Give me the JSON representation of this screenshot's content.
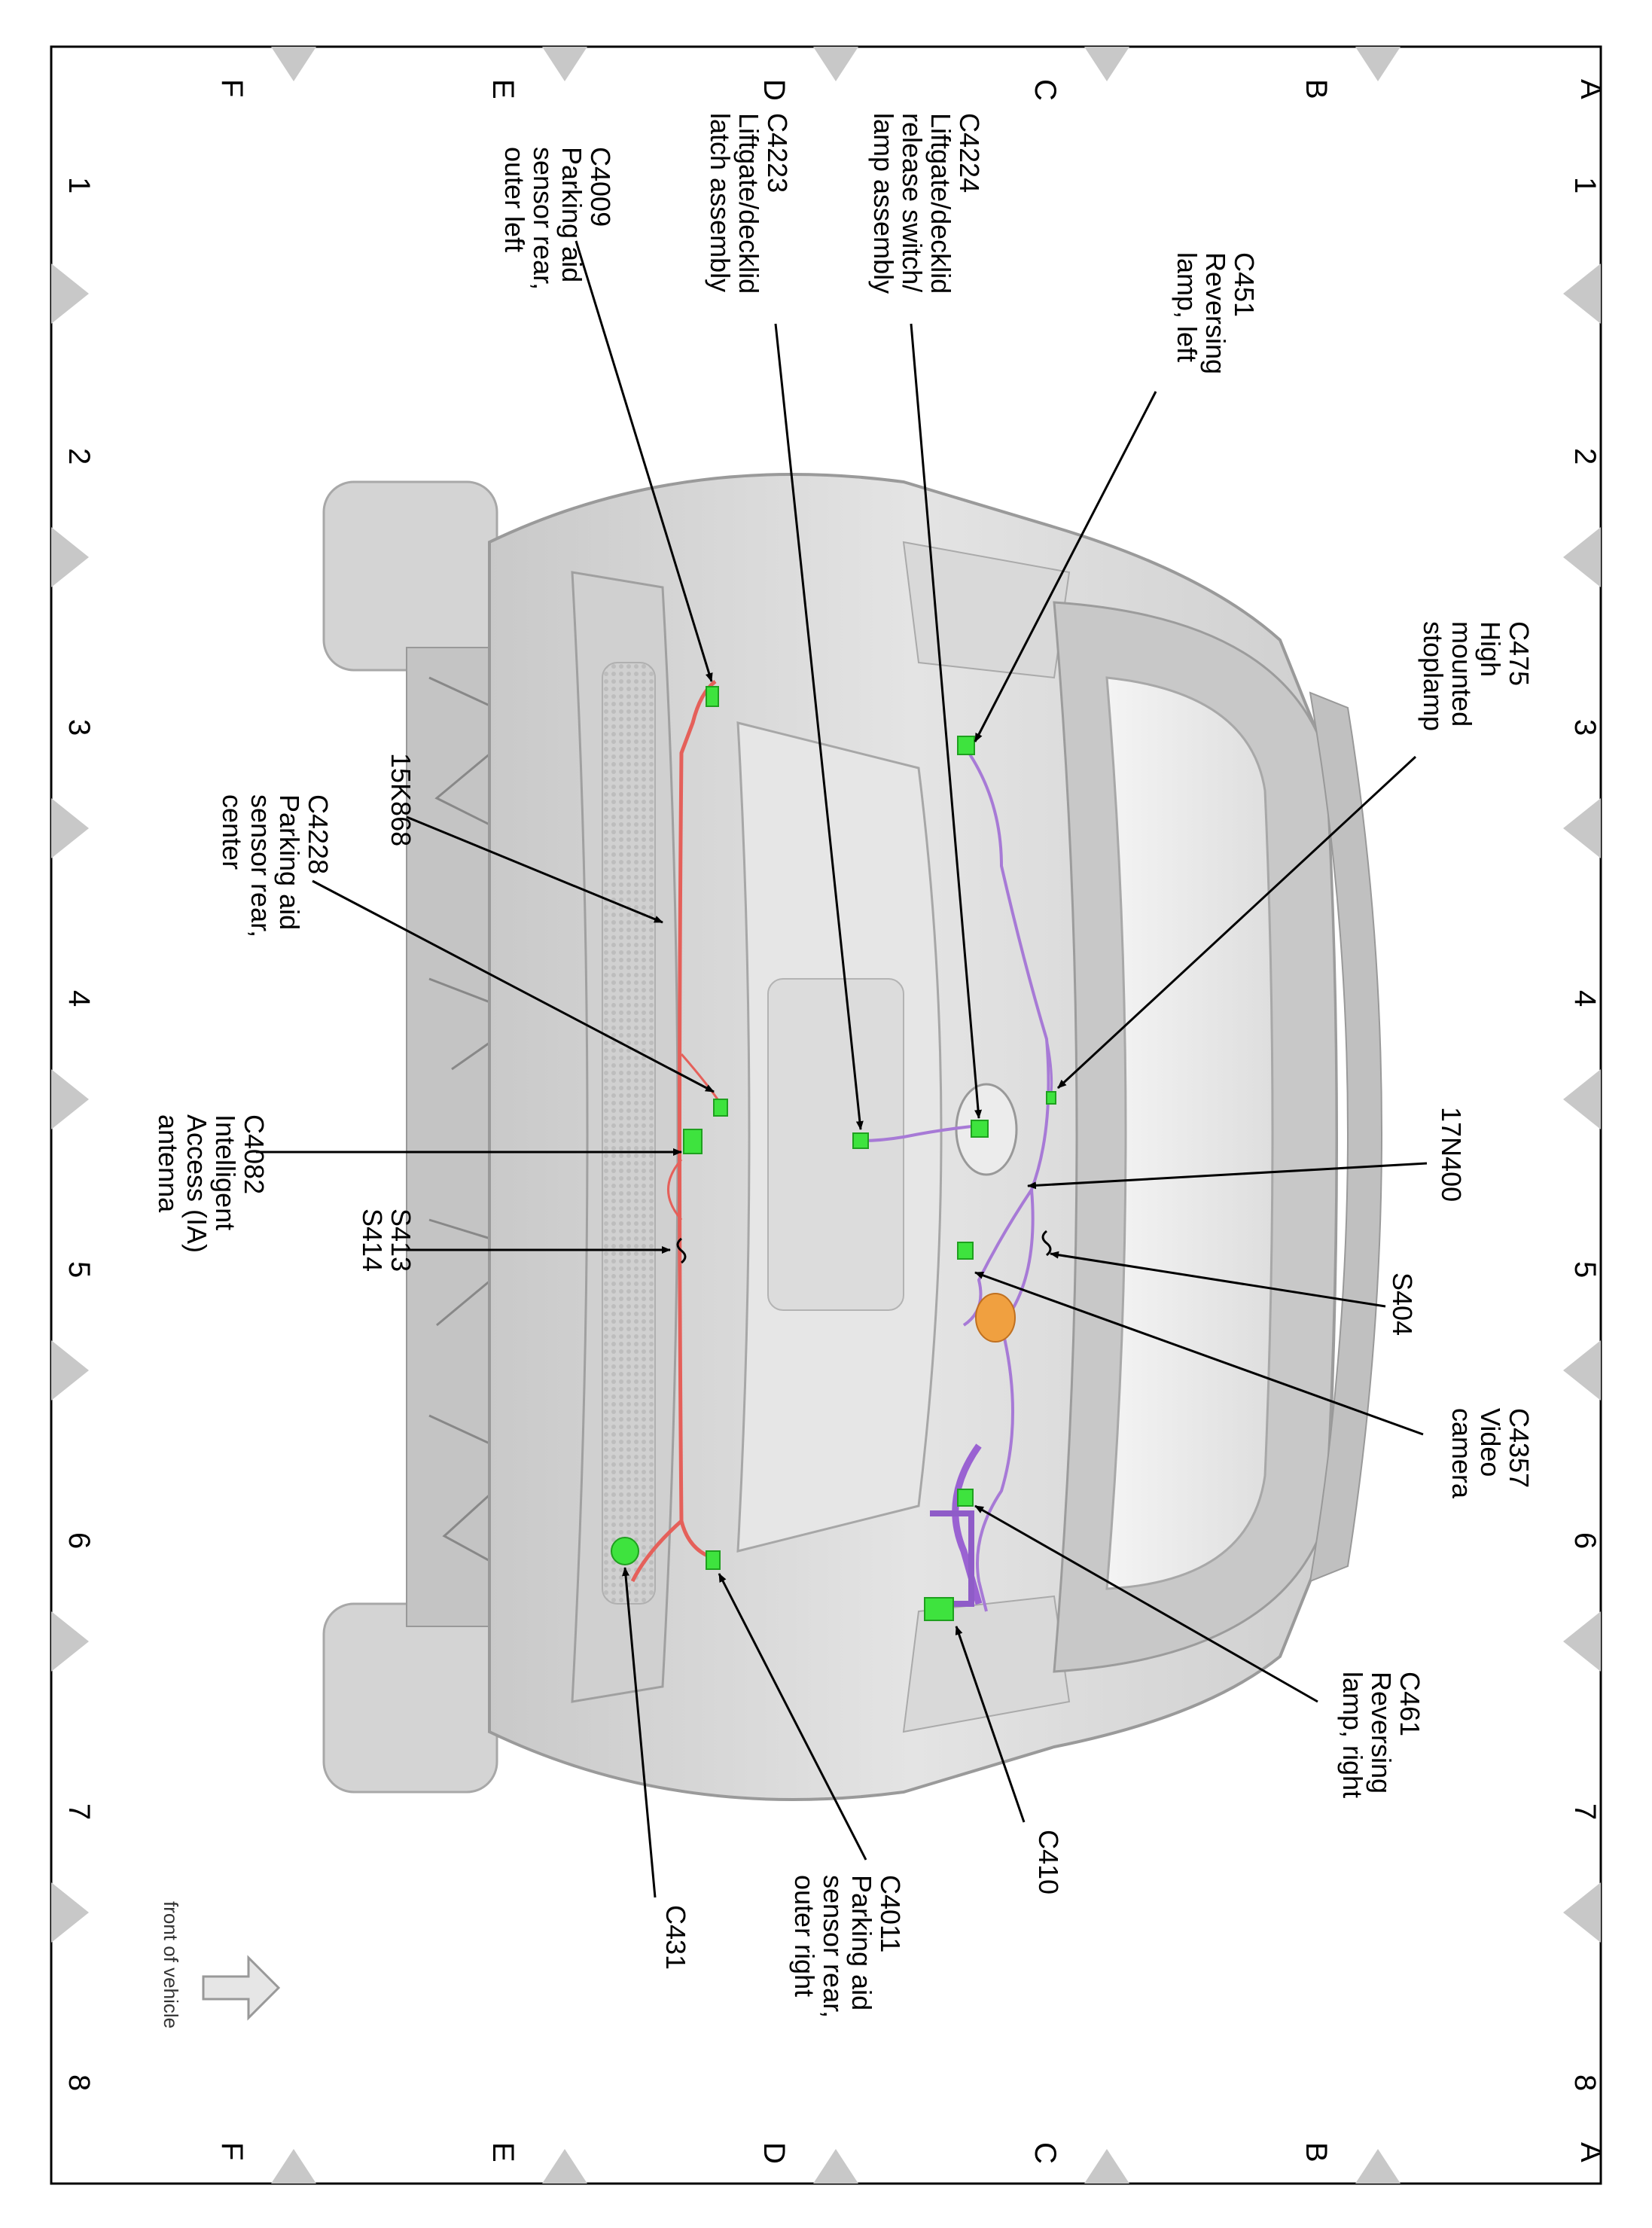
{
  "grid": {
    "letters": [
      "A",
      "B",
      "C",
      "D",
      "E",
      "F"
    ],
    "numbers": [
      "1",
      "2",
      "3",
      "4",
      "5",
      "6",
      "7",
      "8"
    ]
  },
  "labels": {
    "c451": [
      "C451",
      "Reversing",
      "lamp, left"
    ],
    "c475": [
      "C475",
      "High",
      "mounted",
      "stoplamp"
    ],
    "c4224": [
      "C4224",
      "Liftgate/decklid",
      "release switch/",
      "lamp assembly"
    ],
    "c4223": [
      "C4223",
      "Liftgate/decklid",
      "latch assembly"
    ],
    "c4009": [
      "C4009",
      "Parking aid",
      "sensor rear,",
      "outer left"
    ],
    "k15k868": [
      "15K868"
    ],
    "c4228": [
      "C4228",
      "Parking aid",
      "sensor rear,",
      "center"
    ],
    "c4082": [
      "C4082",
      "Intelligent",
      "Access (IA)",
      "antenna"
    ],
    "s413_s414": [
      "S413",
      "S414"
    ],
    "n17n400": [
      "17N400"
    ],
    "s404": [
      "S404"
    ],
    "c4357": [
      "C4357",
      "Video",
      "camera"
    ],
    "c461": [
      "C461",
      "Reversing",
      "lamp, right"
    ],
    "c410": [
      "C410"
    ],
    "c4011": [
      "C4011",
      "Parking aid",
      "sensor rear,",
      "outer right"
    ],
    "c431": [
      "C431"
    ]
  },
  "front_note": "front of vehicle",
  "colors": {
    "connector": "#3ee33e",
    "harness_purple": "#a77ad6",
    "harness_red": "#e5605a",
    "camera": "#f0a040",
    "vehicle_body": "#d8d8d8",
    "vehicle_shade": "#b8b8b8",
    "grid_triangle": "#c8c8c8"
  }
}
